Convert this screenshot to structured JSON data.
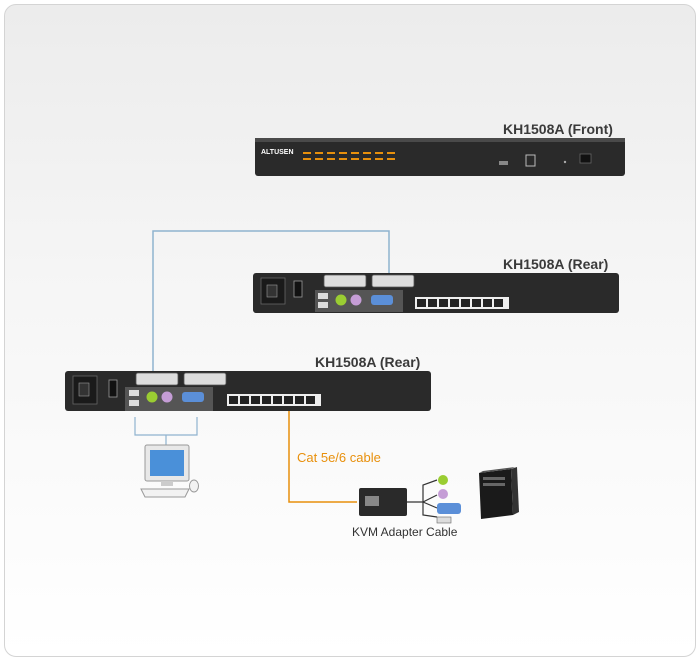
{
  "labels": {
    "front_unit": "KH1508A (Front)",
    "rear_unit_top": "KH1508A (Rear)",
    "rear_unit_bottom": "KH1508A (Rear)",
    "cable": "Cat 5e/6 cable",
    "adapter": "KVM Adapter Cable",
    "brand": "ALTUSEN"
  },
  "colors": {
    "device_body": "#2a2a2a",
    "cat_cable": "#e8900c",
    "daisy_chain_line": "#8fb3cf",
    "led": "#e8900c"
  },
  "icons": [
    "power-socket-icon",
    "power-switch-icon",
    "usb-port-icon",
    "ps2-port-icon",
    "vga-port-icon",
    "rj45-port-icon",
    "monitor-icon",
    "keyboard-icon",
    "mouse-icon",
    "server-tower-icon",
    "kvm-adapter-icon"
  ]
}
